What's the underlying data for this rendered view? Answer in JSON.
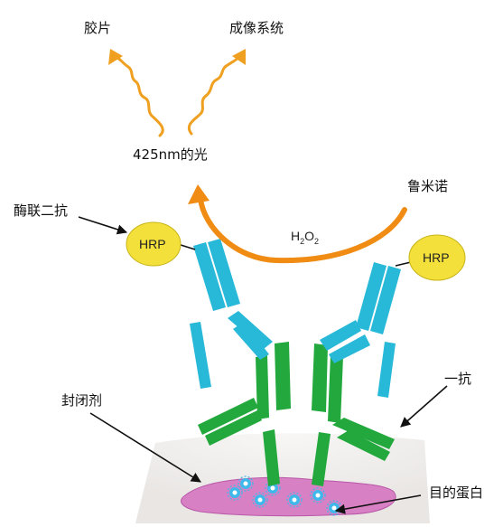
{
  "labels": {
    "film": "胶片",
    "imaging_system": "成像系统",
    "light": "425nm的光",
    "luminol": "鲁米诺",
    "hrp_secondary": "酶联二抗",
    "blocking": "封闭剂",
    "primary": "一抗",
    "target_protein": "目的蛋白",
    "hrp": "HRP",
    "h2o2_h": "H",
    "h2o2_2a": "2",
    "h2o2_o": "O",
    "h2o2_2b": "2"
  },
  "colors": {
    "wave": "#f0a020",
    "arc": "#f08c14",
    "hrp_fill": "#f3e03a",
    "secondary_antibody": "#28b8d8",
    "primary_antibody": "#22a83c",
    "membrane": "#f2f0ef",
    "protein_band": "#d880c4",
    "protein_dot": "#3fb8ea"
  }
}
